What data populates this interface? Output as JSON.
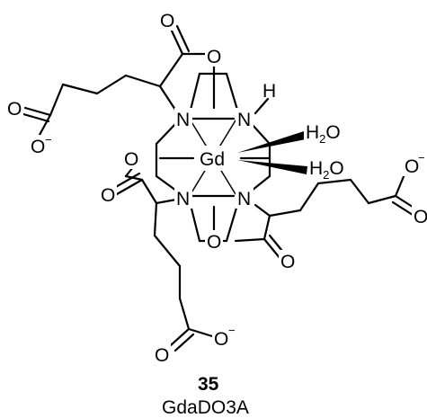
{
  "compound": {
    "number": "35",
    "name": "GdaDO3A"
  },
  "atoms": {
    "metal": "Gd",
    "nitrogen": "N",
    "hydrogen": "H",
    "oxygen": "O",
    "water_main": "H",
    "water_sub": "2",
    "water_tail": "O",
    "charge": "−"
  }
}
